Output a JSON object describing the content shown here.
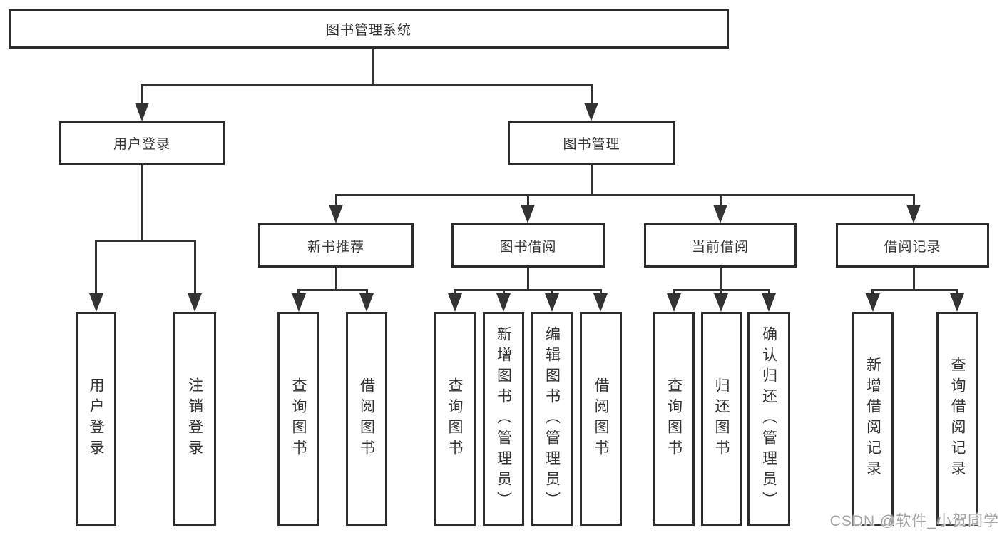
{
  "tree": {
    "root": {
      "label": "图书管理系统"
    },
    "children": [
      {
        "label": "用户登录",
        "children": [
          {
            "label": "用户登录"
          },
          {
            "label": "注销登录"
          }
        ]
      },
      {
        "label": "图书管理",
        "children": [
          {
            "label": "新书推荐",
            "children": [
              {
                "label": "查询图书"
              },
              {
                "label": "借阅图书"
              }
            ]
          },
          {
            "label": "图书借阅",
            "children": [
              {
                "label": "查询图书"
              },
              {
                "label": "新增图书（管理员）"
              },
              {
                "label": "编辑图书（管理员）"
              },
              {
                "label": "借阅图书"
              }
            ]
          },
          {
            "label": "当前借阅",
            "children": [
              {
                "label": "查询图书"
              },
              {
                "label": "归还图书"
              },
              {
                "label": "确认归还（管理员）"
              }
            ]
          },
          {
            "label": "借阅记录",
            "children": [
              {
                "label": "新增借阅记录"
              },
              {
                "label": "查询借阅记录"
              }
            ]
          }
        ]
      }
    ]
  },
  "watermark": {
    "text": "CSDN @软件_小贺同学"
  },
  "colors": {
    "line": "#333333",
    "box_border": "#2b2b2b",
    "text": "#333333",
    "watermark": "#a3a3a3",
    "background": "#ffffff"
  }
}
